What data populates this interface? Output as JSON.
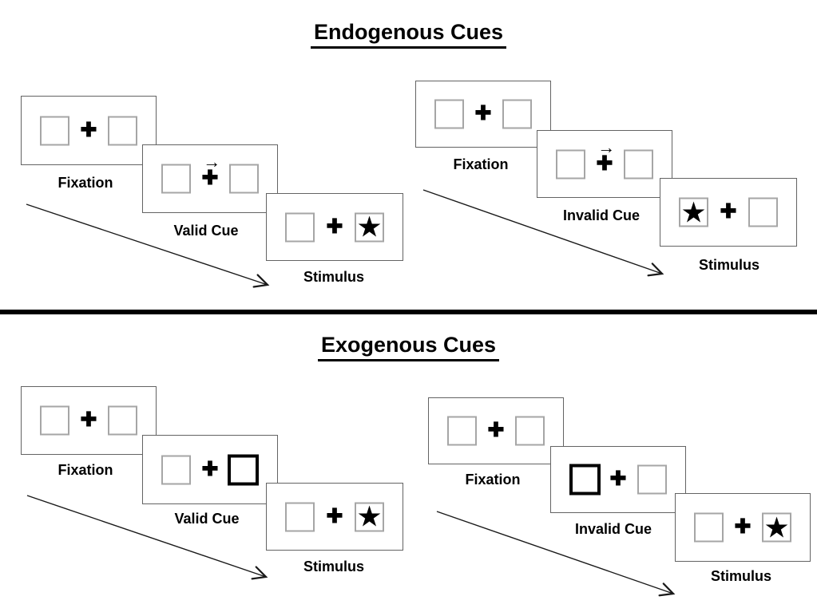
{
  "sections": [
    {
      "id": "endogenous",
      "title": "Endogenous Cues",
      "sequences": [
        {
          "id": "valid",
          "cue_type": "central-arrow",
          "cue_direction": "right",
          "star_side": "right",
          "panels": [
            {
              "label": "Fixation"
            },
            {
              "label": "Valid Cue"
            },
            {
              "label": "Stimulus"
            }
          ]
        },
        {
          "id": "invalid",
          "cue_type": "central-arrow",
          "cue_direction": "right",
          "star_side": "left",
          "panels": [
            {
              "label": "Fixation"
            },
            {
              "label": "Invalid Cue"
            },
            {
              "label": "Stimulus"
            }
          ]
        }
      ]
    },
    {
      "id": "exogenous",
      "title": "Exogenous Cues",
      "sequences": [
        {
          "id": "valid",
          "cue_type": "peripheral-highlight",
          "highlight_side": "right",
          "star_side": "right",
          "panels": [
            {
              "label": "Fixation"
            },
            {
              "label": "Valid Cue"
            },
            {
              "label": "Stimulus"
            }
          ]
        },
        {
          "id": "invalid",
          "cue_type": "peripheral-highlight",
          "highlight_side": "left",
          "star_side": "right",
          "panels": [
            {
              "label": "Fixation"
            },
            {
              "label": "Invalid Cue"
            },
            {
              "label": "Stimulus"
            }
          ]
        }
      ]
    }
  ],
  "symbols": {
    "plus": "✚",
    "star": "★",
    "cue_arrow": "→"
  },
  "colors": {
    "ink": "#000000",
    "panel_border": "#636363",
    "square_border": "#a6a6a6"
  }
}
